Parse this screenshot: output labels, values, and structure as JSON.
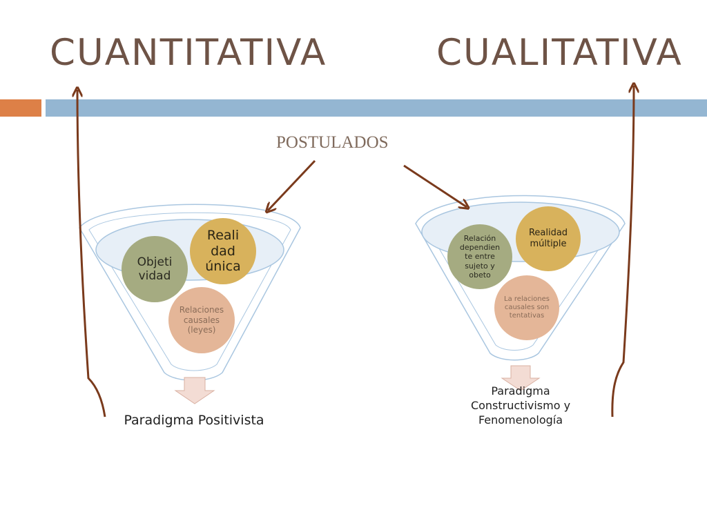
{
  "titles": {
    "left": "CUANTITATIVA",
    "right": "CUALITATIVA"
  },
  "postulados": "POSTULADOS",
  "left_funnel": {
    "circles": {
      "objetividad": "Objeti vidad",
      "realidad_unica": "Reali dad única",
      "relaciones": "Relaciones causales (leyes)"
    },
    "paradigm": "Paradigma Positivista"
  },
  "right_funnel": {
    "circles": {
      "relacion": "Relación dependien te entre sujeto y obeto",
      "realidad_multiple": "Realidad múltiple",
      "relaciones": "La relaciones causales son tentativas"
    },
    "paradigm": "Paradigma Constructivismo y Fenomenología"
  },
  "colors": {
    "title": "#6e5346",
    "band_orange": "#dd8047",
    "band_blue": "#94b6d2",
    "arrow": "#7a3a1c",
    "circle_green": "#a5ab81",
    "circle_gold": "#d8b25c",
    "circle_peach": "#e4b698",
    "funnel_outline": "#a9c6e0",
    "funnel_ellipse": "#e7eff7",
    "down_arrow_fill": "#f3dcd4"
  }
}
